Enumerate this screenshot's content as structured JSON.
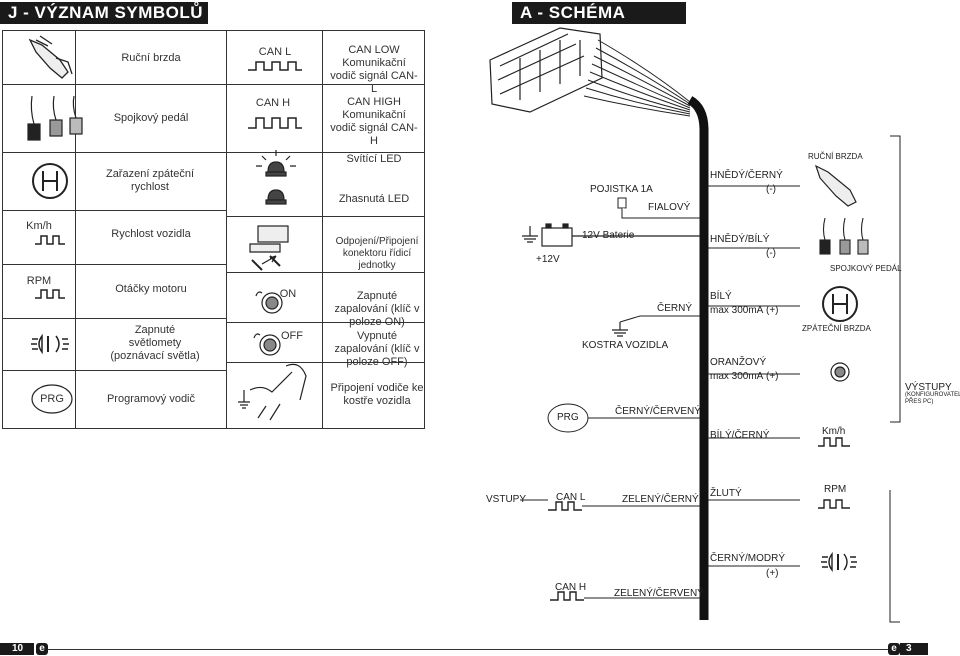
{
  "left": {
    "title": "J - VÝZNAM SYMBOLŮ",
    "rows": [
      {
        "desc": "Ruční brzda"
      },
      {
        "desc": "Spojkový pedál"
      },
      {
        "desc": "Zařazení zpáteční rychlost"
      },
      {
        "icon_text": "Km/h",
        "desc": "Rychlost vozidla"
      },
      {
        "icon_text": "RPM",
        "desc": "Otáčky motoru"
      },
      {
        "desc": "Zapnuté světlomety (poznávací světla)"
      },
      {
        "icon_text": "PRG",
        "desc": "Programový vodič"
      }
    ],
    "mid": [
      {
        "icon_text": "CAN L",
        "desc": "CAN LOW Komunikační vodič signál CAN-L"
      },
      {
        "icon_text": "CAN H",
        "desc": "CAN HIGH Komunikační vodič signál CAN-H"
      },
      {
        "desc": "Svítící LED"
      },
      {
        "desc": "Zhasnutá LED"
      },
      {
        "desc": "Odpojení/Připojení konektoru řídicí jednotky"
      },
      {
        "icon_text": "ON",
        "desc": "Zapnuté zapalování (klíč v poloze ON)"
      },
      {
        "icon_text": "OFF",
        "desc": "Vypnuté zapalování (klíč v poloze OFF)"
      },
      {
        "desc": "Připojení vodiče ke kostře vozidla"
      }
    ]
  },
  "right": {
    "title": "A - SCHÉMA ZAPOJENÍ",
    "fuse": "POJISTKA 1A",
    "fialovy": "FIALOVÝ",
    "plus12": "+12V",
    "battery": "12V Baterie",
    "cerny": "ČERNÝ",
    "kostra": "KOSTRA VOZIDLA",
    "prg": "PRG",
    "cerny_cerveny": "ČERNÝ/ČERVENÝ",
    "vstupy": "VSTUPY",
    "can_l": "CAN L",
    "zeleny_cerny": "ZELENÝ/ČERNÝ",
    "can_h": "CAN H",
    "zeleny_cerveny": "ZELENÝ/ČERVENÝ",
    "hnedy_cerny": "HNĚDÝ/ČERNÝ",
    "minus1": "(-)",
    "rucni_brzda": "RUČNÍ BRZDA",
    "hnedy_bily": "HNĚDÝ/BÍLÝ",
    "minus2": "(-)",
    "spojkovy_pedal": "SPOJKOVÝ PEDÁL",
    "bily": "BÍLÝ",
    "max1": "max 300mA",
    "plus1": "(+)",
    "zpatecni_brzda": "ZPÁTEČNÍ BRZDA",
    "oranzovy": "ORANŽOVÝ",
    "max2": "max 300mA",
    "plus2": "(+)",
    "vystupy": "VÝSTUPY",
    "konfig": "(KONFIGUROVATELNÉ PŘES PC)",
    "bily_cerny": "BÍLÝ/ČERNÝ",
    "kmh": "Km/h",
    "zluty": "ŽLUTÝ",
    "rpm": "RPM",
    "cerny_modry": "ČERNÝ/MODRÝ",
    "plus3": "(+)"
  },
  "footer": {
    "left_page": "10",
    "right_page": "3",
    "logo": "e"
  }
}
